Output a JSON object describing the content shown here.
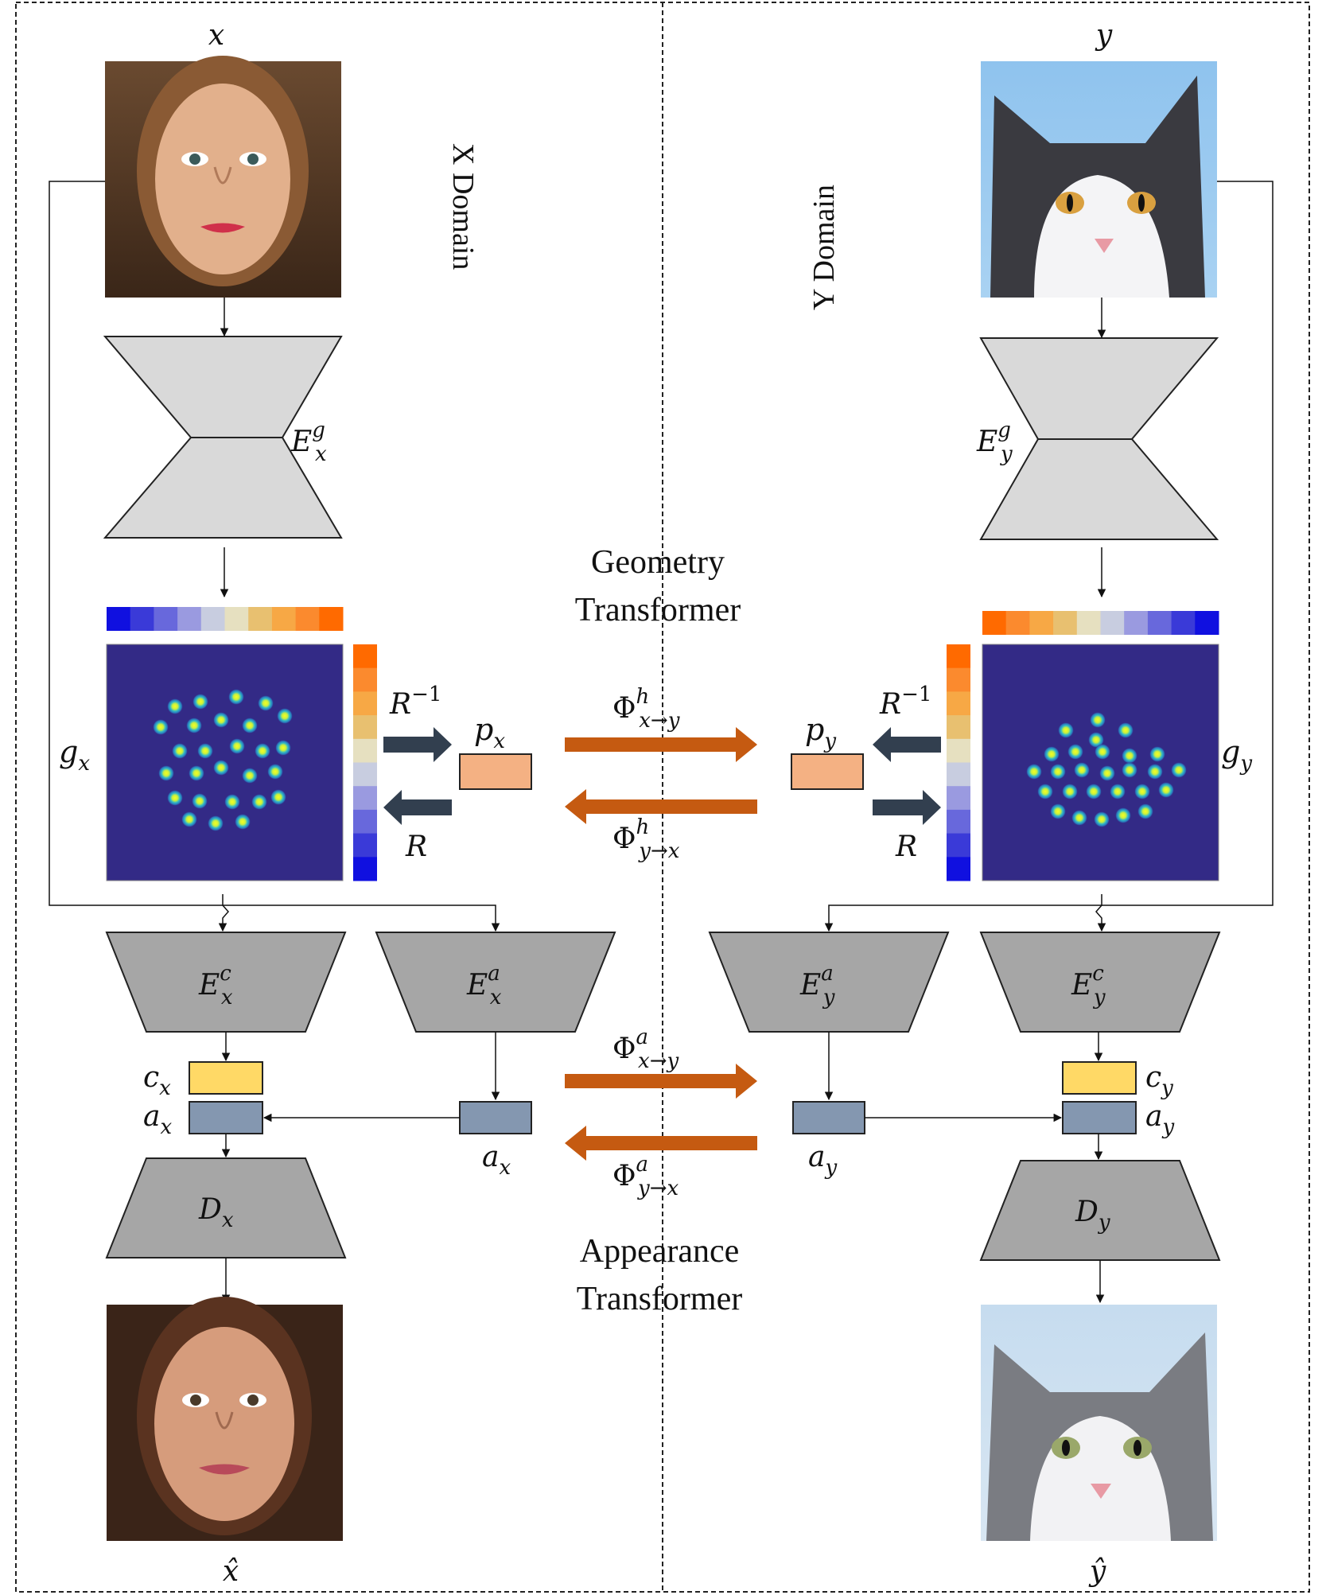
{
  "domains": {
    "x_label": "X Domain",
    "y_label": "Y Domain"
  },
  "inputs": {
    "x": "x",
    "y": "y",
    "x_hat": "x̂",
    "y_hat": "ŷ"
  },
  "photos": {
    "x_input": "woman face photo (input x)",
    "y_input": "black-and-white cat photo (input y)",
    "x_output": "woman face photo (output x̂)",
    "y_output": "gray-and-white cat photo (output ŷ)"
  },
  "geometry_encoders": {
    "x": {
      "base": "E",
      "sub": "x",
      "sup": "g"
    },
    "y": {
      "base": "E",
      "sub": "y",
      "sup": "g"
    }
  },
  "heatmaps": {
    "x": {
      "base": "g",
      "sub": "x"
    },
    "y": {
      "base": "g",
      "sub": "y"
    }
  },
  "pca_ops": {
    "inverse": {
      "base": "R",
      "sup": "−1"
    },
    "forward": "R"
  },
  "pca_codes": {
    "x": {
      "base": "p",
      "sub": "x"
    },
    "y": {
      "base": "p",
      "sub": "y"
    }
  },
  "geometry_transformer": {
    "title_line1": "Geometry",
    "title_line2": "Transformer",
    "forward": {
      "base": "Φ",
      "sub": "x→y",
      "sup": "h"
    },
    "backward": {
      "base": "Φ",
      "sub": "y→x",
      "sup": "h"
    }
  },
  "content_encoders": {
    "x": {
      "base": "E",
      "sub": "x",
      "sup": "c"
    },
    "y": {
      "base": "E",
      "sub": "y",
      "sup": "c"
    }
  },
  "appearance_encoders": {
    "x": {
      "base": "E",
      "sub": "x",
      "sup": "a"
    },
    "y": {
      "base": "E",
      "sub": "y",
      "sup": "a"
    }
  },
  "codes": {
    "cx": {
      "base": "c",
      "sub": "x"
    },
    "ax": {
      "base": "a",
      "sub": "x"
    },
    "cy": {
      "base": "c",
      "sub": "y"
    },
    "ay": {
      "base": "a",
      "sub": "y"
    },
    "ax_appearance": {
      "base": "a",
      "sub": "x"
    },
    "ay_appearance": {
      "base": "a",
      "sub": "y"
    }
  },
  "appearance_transformer": {
    "title_line1": "Appearance",
    "title_line2": "Transformer",
    "forward": {
      "base": "Φ",
      "sub": "x→y",
      "sup": "a"
    },
    "backward": {
      "base": "Φ",
      "sub": "y→x",
      "sup": "a"
    }
  },
  "decoders": {
    "x": {
      "base": "D",
      "sub": "x"
    },
    "y": {
      "base": "D",
      "sub": "y"
    }
  },
  "colors": {
    "transformer_arrow": "#c55a11",
    "pca_arrow": "#323f4f",
    "encoder_light": "#d9d9d9",
    "encoder_dark": "#a6a6a6",
    "content_code": "#ffd966",
    "appearance_code": "#8497b0",
    "pca_code": "#f4b183",
    "heatmap_bg": "#332a86"
  },
  "colorbar_x": [
    "#1010e0",
    "#3a3ad8",
    "#6868dc",
    "#9a9ae0",
    "#c8cde0",
    "#e6e0c0",
    "#e8c070",
    "#f7a845",
    "#fb8a2e",
    "#ff6a00"
  ],
  "colorbar_y": [
    "#ff6a00",
    "#fb8a2e",
    "#f7a845",
    "#e8c070",
    "#e6e0c0",
    "#c8cde0",
    "#9a9ae0",
    "#6868dc",
    "#3a3ad8",
    "#1010e0"
  ]
}
